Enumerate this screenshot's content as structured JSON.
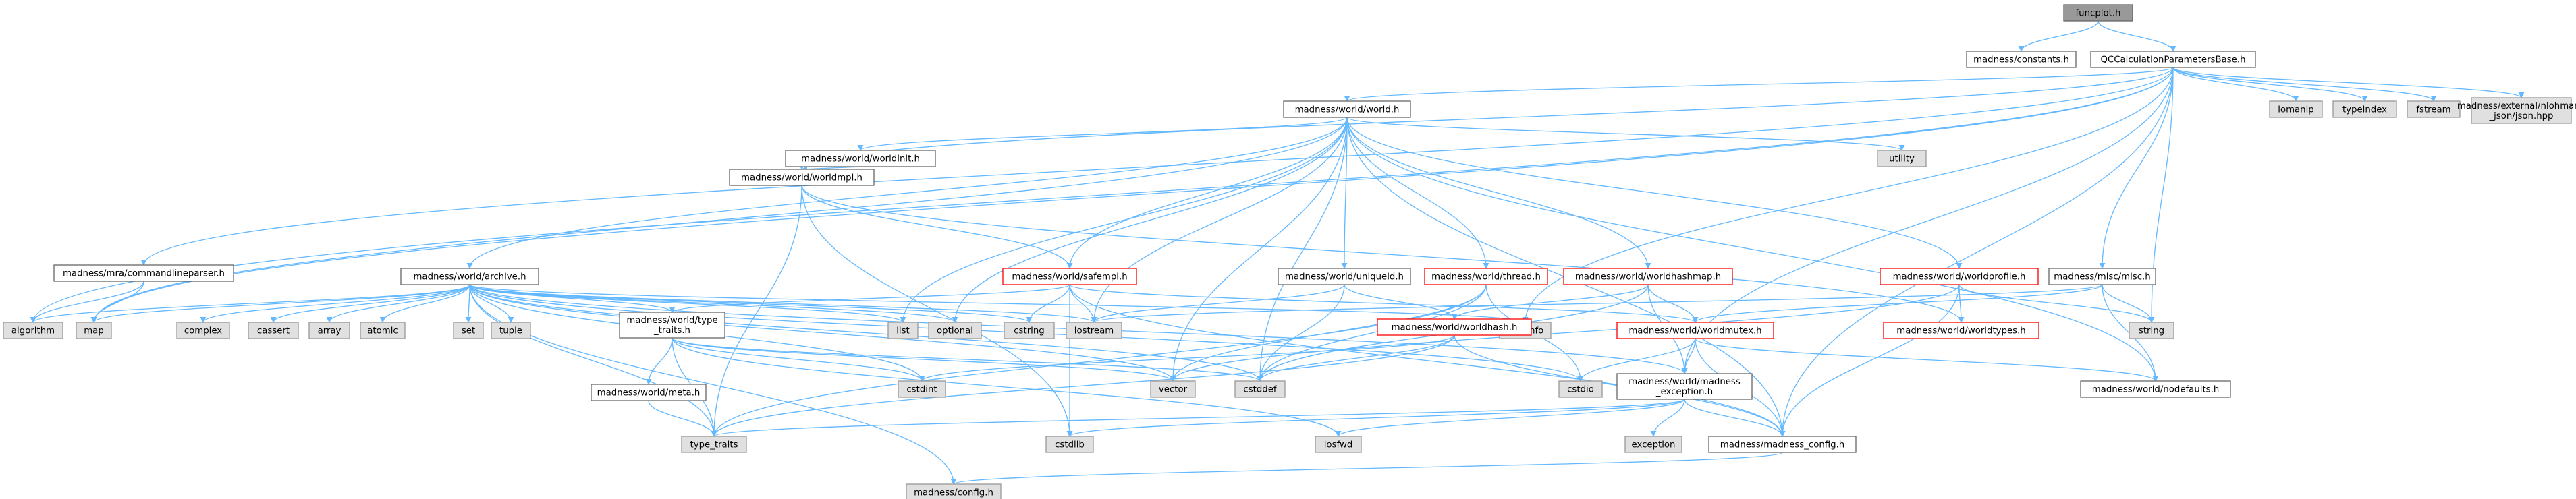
{
  "diagram": {
    "title": "",
    "colors": {
      "root_fill": "#999999",
      "root_border": "#666666",
      "header_fill": "#ffffff",
      "header_border": "#666666",
      "truncated_border": "#ff0000",
      "system_fill": "#e0e0e0",
      "system_border": "#999999",
      "edge": "#63b8ff",
      "edge_dark": "#7f9fc5"
    },
    "nodes": [
      {
        "id": "funcplot",
        "label": "funcplot.h",
        "kind": "root"
      },
      {
        "id": "constants",
        "label": "madness/constants.h",
        "kind": "header"
      },
      {
        "id": "qccalc",
        "label": "QCCalculationParametersBase.h",
        "kind": "header"
      },
      {
        "id": "world",
        "label": "madness/world/world.h",
        "kind": "header"
      },
      {
        "id": "iomanip",
        "label": "iomanip",
        "kind": "system"
      },
      {
        "id": "typeindex",
        "label": "typeindex",
        "kind": "system"
      },
      {
        "id": "fstream",
        "label": "fstream",
        "kind": "system"
      },
      {
        "id": "json",
        "label": [
          "madness/external/nlohmann",
          "_json/json.hpp"
        ],
        "kind": "system"
      },
      {
        "id": "utility",
        "label": "utility",
        "kind": "system"
      },
      {
        "id": "worldinit",
        "label": "madness/world/worldinit.h",
        "kind": "header"
      },
      {
        "id": "worldmpi",
        "label": "madness/world/worldmpi.h",
        "kind": "header"
      },
      {
        "id": "cmdparser",
        "label": "madness/mra/commandlineparser.h",
        "kind": "header"
      },
      {
        "id": "archive",
        "label": "madness/world/archive.h",
        "kind": "header"
      },
      {
        "id": "safempi",
        "label": "madness/world/safempi.h",
        "kind": "truncated"
      },
      {
        "id": "uniqueid",
        "label": "madness/world/uniqueid.h",
        "kind": "header"
      },
      {
        "id": "thread",
        "label": "madness/world/thread.h",
        "kind": "truncated"
      },
      {
        "id": "worldhashmap",
        "label": "madness/world/worldhashmap.h",
        "kind": "truncated"
      },
      {
        "id": "worldprofile",
        "label": "madness/world/worldprofile.h",
        "kind": "truncated"
      },
      {
        "id": "misc",
        "label": "madness/misc/misc.h",
        "kind": "header"
      },
      {
        "id": "algorithm",
        "label": "algorithm",
        "kind": "system"
      },
      {
        "id": "map",
        "label": "map",
        "kind": "system"
      },
      {
        "id": "complex",
        "label": "complex",
        "kind": "system"
      },
      {
        "id": "cassert",
        "label": "cassert",
        "kind": "system"
      },
      {
        "id": "array",
        "label": "array",
        "kind": "system"
      },
      {
        "id": "atomic",
        "label": "atomic",
        "kind": "system"
      },
      {
        "id": "set",
        "label": "set",
        "kind": "system"
      },
      {
        "id": "tuple",
        "label": "tuple",
        "kind": "system"
      },
      {
        "id": "list",
        "label": "list",
        "kind": "system"
      },
      {
        "id": "optional",
        "label": "optional",
        "kind": "system"
      },
      {
        "id": "cstring",
        "label": "cstring",
        "kind": "system"
      },
      {
        "id": "iostream",
        "label": "iostream",
        "kind": "system"
      },
      {
        "id": "typeinfo",
        "label": "typeinfo",
        "kind": "system"
      },
      {
        "id": "string",
        "label": "string",
        "kind": "system"
      },
      {
        "id": "typetraits_h",
        "label": [
          "madness/world/type",
          "_traits.h"
        ],
        "kind": "header"
      },
      {
        "id": "worldhash",
        "label": "madness/world/worldhash.h",
        "kind": "truncated"
      },
      {
        "id": "worldmutex",
        "label": "madness/world/worldmutex.h",
        "kind": "truncated"
      },
      {
        "id": "worldtypes",
        "label": "madness/world/worldtypes.h",
        "kind": "truncated"
      },
      {
        "id": "meta",
        "label": "madness/world/meta.h",
        "kind": "header"
      },
      {
        "id": "cstdint",
        "label": "cstdint",
        "kind": "system"
      },
      {
        "id": "vector",
        "label": "vector",
        "kind": "system"
      },
      {
        "id": "cstddef",
        "label": "cstddef",
        "kind": "system"
      },
      {
        "id": "cstdio",
        "label": "cstdio",
        "kind": "system"
      },
      {
        "id": "madexc",
        "label": [
          "madness/world/madness",
          "_exception.h"
        ],
        "kind": "header"
      },
      {
        "id": "nodefaults",
        "label": "madness/world/nodefaults.h",
        "kind": "header"
      },
      {
        "id": "type_traits",
        "label": "type_traits",
        "kind": "system"
      },
      {
        "id": "cstdlib",
        "label": "cstdlib",
        "kind": "system"
      },
      {
        "id": "iosfwd",
        "label": "iosfwd",
        "kind": "system"
      },
      {
        "id": "exception",
        "label": "exception",
        "kind": "system"
      },
      {
        "id": "madconfig_h",
        "label": "madness/madness_config.h",
        "kind": "header"
      },
      {
        "id": "config",
        "label": "madness/config.h",
        "kind": "system"
      }
    ],
    "edges": [
      [
        "funcplot",
        "constants"
      ],
      [
        "funcplot",
        "qccalc"
      ],
      [
        "qccalc",
        "world"
      ],
      [
        "qccalc",
        "iomanip"
      ],
      [
        "qccalc",
        "typeindex"
      ],
      [
        "qccalc",
        "fstream"
      ],
      [
        "qccalc",
        "json"
      ],
      [
        "qccalc",
        "cmdparser"
      ],
      [
        "qccalc",
        "misc"
      ],
      [
        "qccalc",
        "string"
      ],
      [
        "qccalc",
        "typeinfo"
      ],
      [
        "qccalc",
        "madconfig_h"
      ],
      [
        "qccalc",
        "algorithm"
      ],
      [
        "qccalc",
        "map"
      ],
      [
        "qccalc",
        "worldmpi"
      ],
      [
        "qccalc",
        "madexc"
      ],
      [
        "world",
        "utility"
      ],
      [
        "world",
        "worldinit"
      ],
      [
        "world",
        "archive"
      ],
      [
        "world",
        "safempi"
      ],
      [
        "world",
        "uniqueid"
      ],
      [
        "world",
        "thread"
      ],
      [
        "world",
        "worldhashmap"
      ],
      [
        "world",
        "worldprofile"
      ],
      [
        "world",
        "list"
      ],
      [
        "world",
        "optional"
      ],
      [
        "world",
        "iostream"
      ],
      [
        "world",
        "cstddef"
      ],
      [
        "world",
        "vector"
      ],
      [
        "world",
        "madconfig_h"
      ],
      [
        "world",
        "nodefaults"
      ],
      [
        "world",
        "map"
      ],
      [
        "worldinit",
        "worldmpi"
      ],
      [
        "worldmpi",
        "safempi"
      ],
      [
        "worldmpi",
        "type_traits"
      ],
      [
        "worldmpi",
        "worldtypes"
      ],
      [
        "worldmpi",
        "cstdlib"
      ],
      [
        "cmdparser",
        "algorithm"
      ],
      [
        "cmdparser",
        "map"
      ],
      [
        "archive",
        "algorithm"
      ],
      [
        "archive",
        "map"
      ],
      [
        "archive",
        "complex"
      ],
      [
        "archive",
        "cassert"
      ],
      [
        "archive",
        "array"
      ],
      [
        "archive",
        "atomic"
      ],
      [
        "archive",
        "set"
      ],
      [
        "archive",
        "tuple"
      ],
      [
        "archive",
        "list"
      ],
      [
        "archive",
        "optional"
      ],
      [
        "archive",
        "cstring"
      ],
      [
        "archive",
        "iostream"
      ],
      [
        "archive",
        "typeinfo"
      ],
      [
        "archive",
        "typetraits_h"
      ],
      [
        "archive",
        "cstdint"
      ],
      [
        "archive",
        "vector"
      ],
      [
        "archive",
        "cstddef"
      ],
      [
        "archive",
        "cstdio"
      ],
      [
        "archive",
        "madexc"
      ],
      [
        "archive",
        "type_traits"
      ],
      [
        "archive",
        "config"
      ],
      [
        "safempi",
        "cstring"
      ],
      [
        "safempi",
        "iostream"
      ],
      [
        "safempi",
        "typetraits_h"
      ],
      [
        "safempi",
        "cstdlib"
      ],
      [
        "safempi",
        "madconfig_h"
      ],
      [
        "safempi",
        "worldmutex"
      ],
      [
        "uniqueid",
        "iostream"
      ],
      [
        "uniqueid",
        "cstddef"
      ],
      [
        "uniqueid",
        "worldhash"
      ],
      [
        "thread",
        "vector"
      ],
      [
        "thread",
        "cstddef"
      ],
      [
        "thread",
        "cstdio"
      ],
      [
        "thread",
        "type_traits"
      ],
      [
        "worldhashmap",
        "worldhash"
      ],
      [
        "worldhashmap",
        "worldmutex"
      ],
      [
        "worldhashmap",
        "madexc"
      ],
      [
        "worldhashmap",
        "cstddef"
      ],
      [
        "worldprofile",
        "worldtypes"
      ],
      [
        "worldprofile",
        "string"
      ],
      [
        "worldprofile",
        "madconfig_h"
      ],
      [
        "worldprofile",
        "vector"
      ],
      [
        "misc",
        "string"
      ],
      [
        "misc",
        "iostream"
      ],
      [
        "misc",
        "worldmutex"
      ],
      [
        "misc",
        "nodefaults"
      ],
      [
        "typetraits_h",
        "meta"
      ],
      [
        "typetraits_h",
        "type_traits"
      ],
      [
        "typetraits_h",
        "cstdint"
      ],
      [
        "typetraits_h",
        "cstddef"
      ],
      [
        "typetraits_h",
        "iosfwd"
      ],
      [
        "typetraits_h",
        "vector"
      ],
      [
        "meta",
        "type_traits"
      ],
      [
        "worldhash",
        "cstddef"
      ],
      [
        "worldhash",
        "cstdint"
      ],
      [
        "worldhash",
        "madconfig_h"
      ],
      [
        "worldhash",
        "type_traits"
      ],
      [
        "worldmutex",
        "madexc"
      ],
      [
        "worldmutex",
        "madconfig_h"
      ],
      [
        "worldmutex",
        "nodefaults"
      ],
      [
        "worldmutex",
        "cstdio"
      ],
      [
        "madexc",
        "exception"
      ],
      [
        "madexc",
        "iosfwd"
      ],
      [
        "madexc",
        "madconfig_h"
      ],
      [
        "madexc",
        "type_traits"
      ],
      [
        "madexc",
        "cstdlib"
      ],
      [
        "madconfig_h",
        "config"
      ]
    ]
  }
}
